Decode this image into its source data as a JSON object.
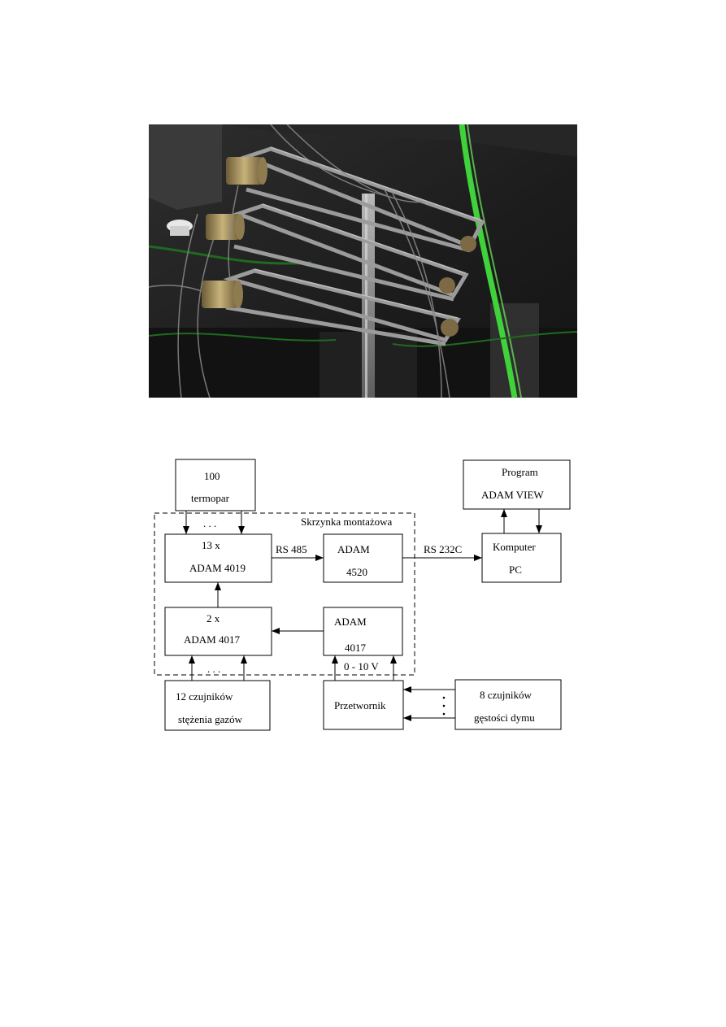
{
  "diagram": {
    "enclosure_label": "Skrzynka montażowa",
    "boxes": {
      "thermocouples": [
        "100",
        "termopar"
      ],
      "adam4019": [
        "13 x",
        "ADAM 4019"
      ],
      "adam4520": [
        "ADAM",
        "4520"
      ],
      "adam4017_pair": [
        "2 x",
        "ADAM 4017"
      ],
      "adam4017_single": [
        "ADAM",
        "4017"
      ],
      "program": [
        "Program",
        "ADAM VIEW"
      ],
      "computer": [
        "Komputer",
        "PC"
      ],
      "gas_sensors": [
        "12 czujników",
        "stężenia gazów"
      ],
      "converter": [
        "Przetwornik"
      ],
      "smoke_sensors": [
        "8 czujników",
        "gęstości dymu"
      ]
    },
    "link_labels": {
      "rs485": "RS 485",
      "rs232c": "RS 232C",
      "voltage_range": "0 - 10 V"
    },
    "ellipsis": ". . ."
  }
}
